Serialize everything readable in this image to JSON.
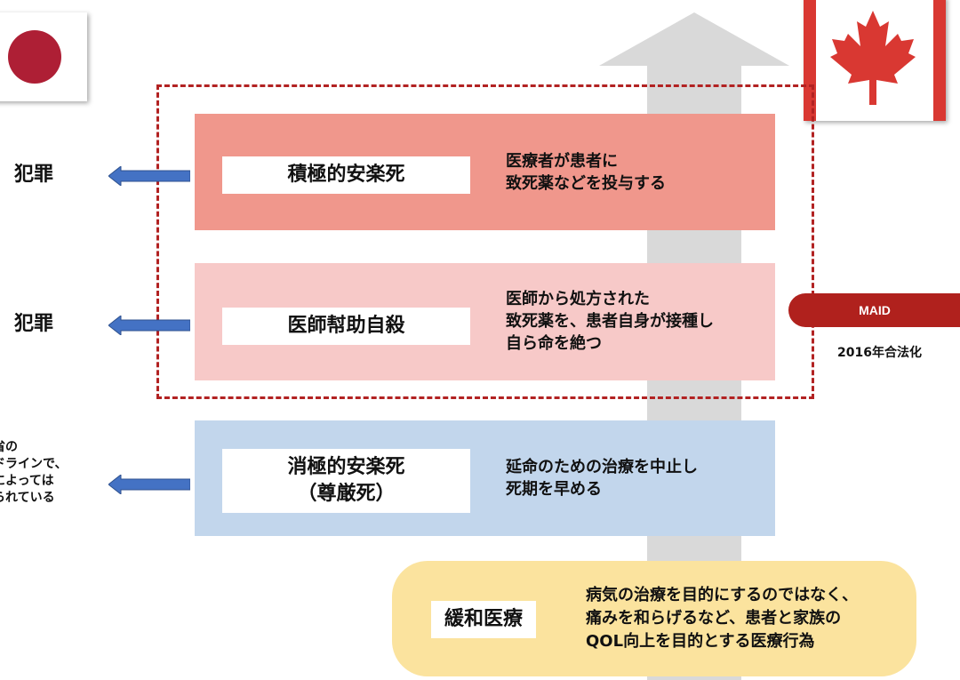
{
  "flags": {
    "left": {
      "name": "Japan",
      "color": "#ae1f35"
    },
    "right": {
      "name": "Canada",
      "color": "#d93832"
    }
  },
  "categories": [
    {
      "id": "active",
      "label": "積極的安楽死",
      "description": "医療者が患者に\n致死薬などを投与する",
      "japan_status": "犯罪",
      "color": "#f0978c"
    },
    {
      "id": "assisted",
      "label": "医師幇助自殺",
      "description": "医師から処方された\n致死薬を、患者自身が接種し\n自ら命を絶つ",
      "japan_status": "犯罪",
      "color": "#f7c9c8"
    },
    {
      "id": "passive",
      "label_line1": "消極的安楽死",
      "label_line2": "（尊厳死）",
      "description": "延命のための治療を中止し\n死期を早める",
      "japan_status": "労省の\nイドラインで、\n合によっては\nめられている",
      "color": "#c2d6ec"
    }
  ],
  "palliative": {
    "label": "緩和医療",
    "description": "病気の治療を目的にするのではなく、\n痛みを和らげるなど、患者と家族の\nQOL向上を目的とする医療行為",
    "color": "#fbe39e"
  },
  "canada": {
    "badge": "MAID",
    "badge_color": "#b0211d",
    "legalized": "2016年合法化"
  }
}
